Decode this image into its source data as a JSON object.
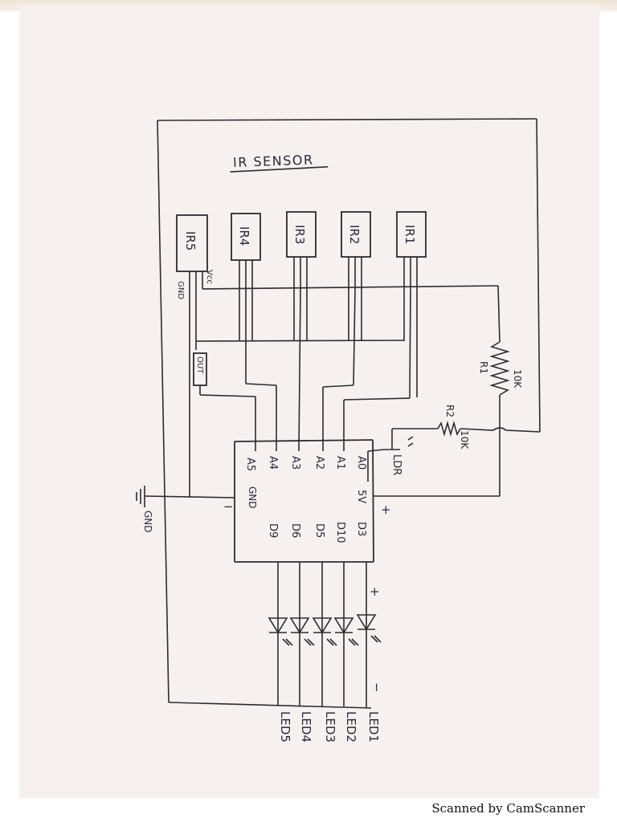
{
  "title": "IR SENSOR",
  "sensors": [
    "IR5",
    "IR4",
    "IR3",
    "IR2",
    "IR1"
  ],
  "sensor_pin_labels": {
    "gnd": "GND",
    "vcc": "Vcc",
    "out": "OUT"
  },
  "resistors": [
    {
      "name": "R1",
      "value": "10K"
    },
    {
      "name": "R2",
      "value": "10K"
    }
  ],
  "ldr_label": "LDR",
  "ground_label": "GND",
  "mcu_top_pins": [
    "A5",
    "A4",
    "A3",
    "A2",
    "A1",
    "A0"
  ],
  "mcu_side_pins": {
    "gnd": "GND",
    "vcc": "5V"
  },
  "mcu_bottom_pins": [
    "D9",
    "D6",
    "D5",
    "D10",
    "D3"
  ],
  "polarity": {
    "minus": "−",
    "plus": "+"
  },
  "leds": [
    "LED1",
    "LED2",
    "LED3",
    "LED4",
    "LED5"
  ],
  "footer": "Scanned by CamScanner"
}
